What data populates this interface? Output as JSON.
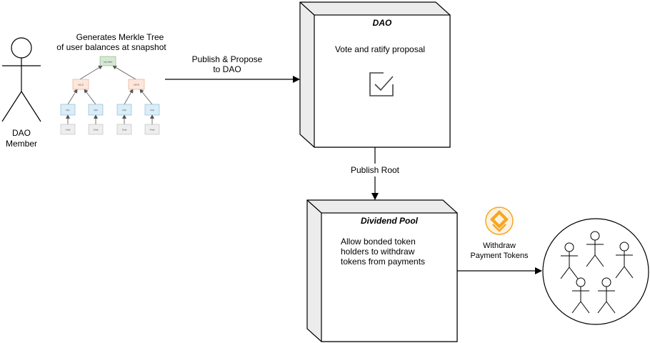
{
  "actor_dao_member": {
    "line1": "DAO",
    "line2": "Member"
  },
  "merkle_caption": {
    "line1": "Generates Merkle Tree",
    "line2": "of user balances at snapshot"
  },
  "merkle_tree": {
    "root": "root hash",
    "level1": [
      "h(1,2)",
      "h(3,4)"
    ],
    "level2": [
      "h(1)",
      "h(2)",
      "h(3)",
      "h(4)"
    ],
    "leaves": [
      "1:bal",
      "2:bal",
      "3:bal",
      "4:bal"
    ],
    "colors": {
      "root": "#d5e8d4",
      "level1": "#fde7dc",
      "level2": "#dbeef7",
      "leaves": "#eeeeee"
    }
  },
  "edge_publish_propose": {
    "line1": "Publish & Propose",
    "line2": "to DAO"
  },
  "dao_node": {
    "title": "DAO",
    "description": "Vote and ratify proposal"
  },
  "edge_publish_root": {
    "label": "Publish Root"
  },
  "dividend_pool": {
    "title": "Dividend Pool",
    "description_lines": [
      "Allow bonded token",
      "holders to withdraw",
      "tokens from payments"
    ]
  },
  "edge_withdraw": {
    "line1": "Withdraw",
    "line2": "Payment Tokens"
  },
  "token_icon": {
    "name": "token-coin-icon",
    "color": "#f5a623"
  },
  "holders_group": {
    "count_of_figures": 5
  }
}
